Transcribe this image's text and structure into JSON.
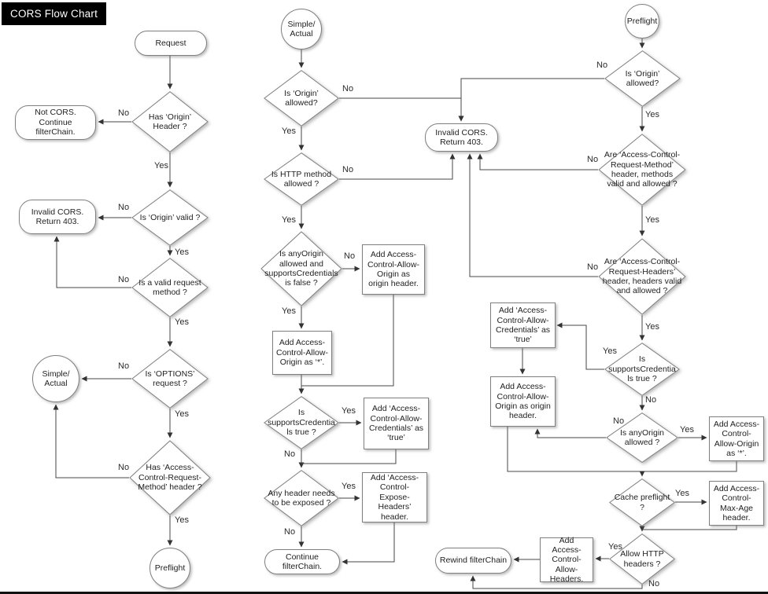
{
  "title": "CORS Flow Chart",
  "labels": {
    "yes": "Yes",
    "no": "No"
  },
  "nodes": {
    "request": "Request",
    "not_cors": "Not CORS. Continue filterChain.",
    "has_origin_header": "Has ‘Origin’ Header ?",
    "invalid_cors": "Invalid CORS. Return 403.",
    "is_origin_valid": "Is ‘Origin’ valid ?",
    "is_valid_request_method": "Is a valid request method ?",
    "is_options_request": "Is ‘OPTIONS’ request ?",
    "simple_actual": "Simple/ Actual",
    "has_acrm_header": "Has ‘Access-Control-Request-Method’ header ?",
    "preflight": "Preflight",
    "is_origin_allowed": "Is ‘Origin’ allowed?",
    "is_http_method_allowed": "Is HTTP method allowed ?",
    "is_anyorigin_and_supports_false": "Is anyOrigin allowed and supportsCredentials is false ?",
    "add_acao_origin": "Add Access-Control-Allow-Origin as origin header.",
    "add_acao_star": "Add Access-Control-Allow-Origin as ‘*’.",
    "is_supports_credentials": "Is supportsCredentials true ?",
    "add_acac_true": "Add ‘Access-Control-Allow-Credentials’ as ‘true’",
    "any_header_exposed": "Any header needs to be exposed ?",
    "add_aceh": "Add ‘Access-Control-Expose-Headers’ header.",
    "continue_filterchain": "Continue filterChain.",
    "are_acrm_valid": "Are ‘Access-Control-Request-Method’ header, methods valid and allowed ?",
    "are_acrh_valid": "Are ‘Access-Control-Request-Headers’ header, headers valid and allowed ?",
    "is_anyorigin_allowed": "Is anyOrigin allowed ?",
    "cache_preflight": "Cache preflight ?",
    "add_max_age": "Add Access-Control-Max-Age header.",
    "allow_http_headers": "Allow HTTP headers ?",
    "add_acah": "Add Access-Control-Allow-Headers.",
    "rewind_filterchain": "Rewind filterChain"
  }
}
